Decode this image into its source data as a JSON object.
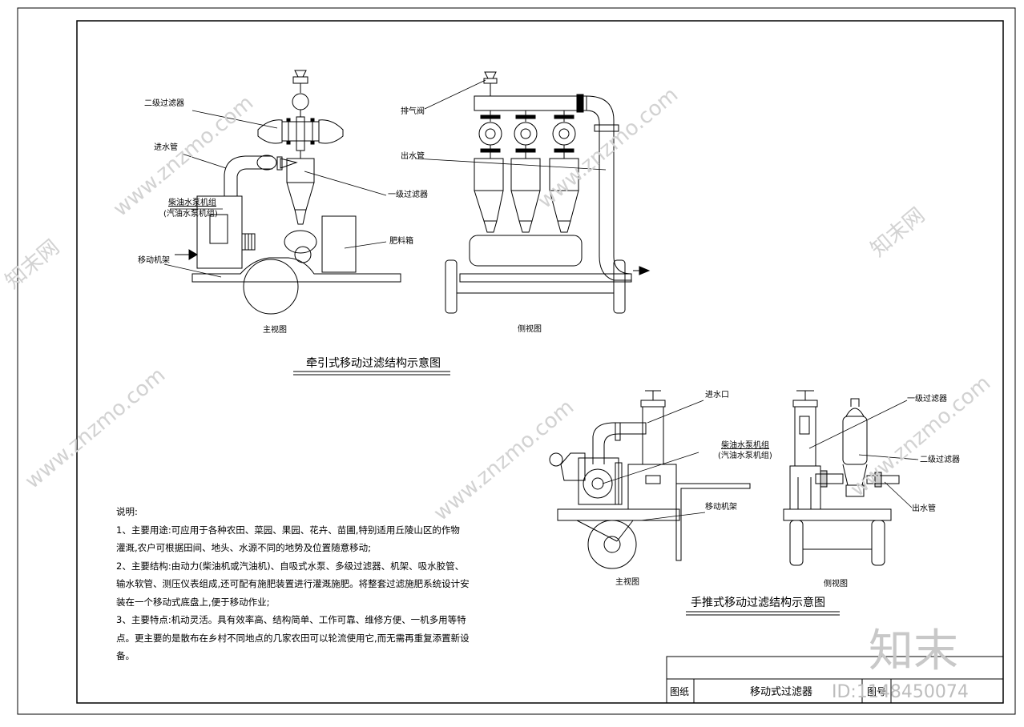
{
  "traction": {
    "title": "牵引式移动过滤结构示意图",
    "front_view": "主视图",
    "side_view": "侧视图",
    "labels": {
      "secondary_filter": "二级过滤器",
      "inlet_pipe": "进水管",
      "diesel_pump": "柴油水泵机组",
      "gasoline_pump": "(汽油水泵机组)",
      "mobile_frame": "移动机架",
      "primary_filter": "一级过滤器",
      "fertilizer_tank": "肥料箱",
      "exhaust_valve": "排气阀",
      "outlet_pipe": "出水管"
    }
  },
  "handcart": {
    "title": "手推式移动过滤结构示意图",
    "front_view": "主视图",
    "side_view": "侧视图",
    "labels": {
      "inlet": "进水口",
      "diesel_pump": "柴油水泵机组",
      "gasoline_pump": "(汽油水泵机组)",
      "mobile_frame": "移动机架",
      "primary_filter": "一级过滤器",
      "secondary_filter": "二级过滤器",
      "outlet_pipe": "出水管"
    }
  },
  "notes": {
    "heading": "说明:",
    "lines": [
      "1、主要用途:可应用于各种农田、菜园、果园、花卉、苗圃,特别适用丘陵山区的作物",
      "灌溉,农户可根据田间、地头、水源不同的地势及位置随意移动;",
      "2、主要结构:由动力(柴油机或汽油机)、自吸式水泵、多级过滤器、机架、吸水胶管、",
      "输水软管、测压仪表组成,还可配有施肥装置进行灌溉施肥。将整套过滤施肥系统设计安",
      "装在一个移动式底盘上,便于移动作业;",
      "3、主要特点:机动灵活。具有效率高、结构简单、工作可靠、维修方便、一机多用等特",
      "点。更主要的是散布在乡村不同地点的几家农田可以轮流使用它,而无需再重复添置新设",
      "备。"
    ]
  },
  "title_block": {
    "label": "图纸",
    "name": "移动式过滤器",
    "number_label": "图号"
  },
  "watermark": {
    "text": "www.znzmo.com",
    "brand": "知末网",
    "logo": "知末",
    "id": "ID:1148450074"
  }
}
